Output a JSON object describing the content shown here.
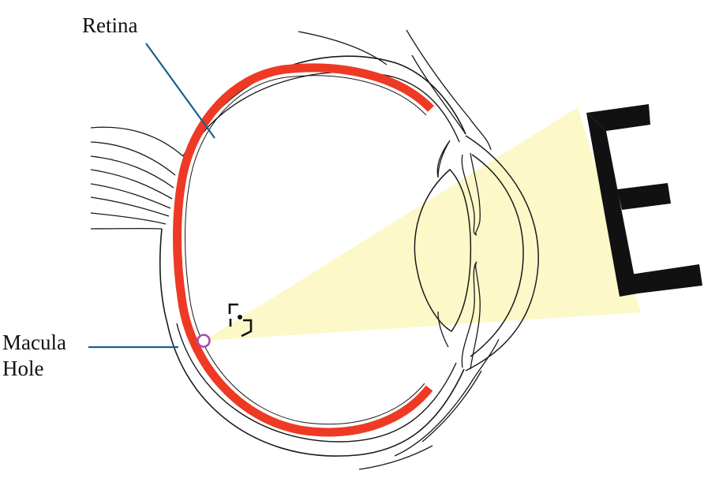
{
  "labels": {
    "retina": "Retina",
    "macula_line1": "Macula",
    "macula_line2": "Hole"
  },
  "icons": {
    "eye": "eye-cross-section",
    "optic_nerve": "optic-nerve-fibers",
    "lens": "lens",
    "cornea": "cornea",
    "light_cone": "light-cone",
    "letter_target": "letter-e-chart",
    "macula_hole_marker": "macula-hole-ring",
    "focused_image": "blurred-image-bracket"
  },
  "colors": {
    "retina": "#ee3a24",
    "light_cone": "#fcf8c8",
    "leader_line": "#1a5f8c",
    "hole_marker": "#a54fa8",
    "outline": "#1a1a1a",
    "letter": "#111111"
  }
}
